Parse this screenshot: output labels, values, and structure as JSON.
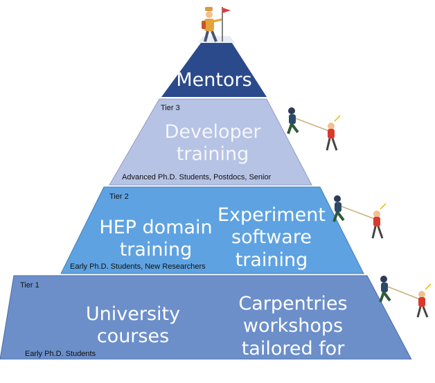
{
  "pyramid": {
    "top": {
      "label": "Mentors",
      "color": "#2b4a8c"
    },
    "tier3": {
      "tier_label": "Tier 3",
      "title": "Developer training",
      "audience": "Advanced Ph.D. Students, Postdocs, Senior",
      "color": "#b6c3e4"
    },
    "tier2": {
      "tier_label": "Tier 2",
      "left_title": "HEP domain training",
      "right_title": "Experiment software training",
      "audience": "Early Ph.D. Students, New Researchers",
      "color": "#5ea2e1"
    },
    "tier1": {
      "tier_label": "Tier 1",
      "left_title": "University courses",
      "right_title": "Carpentries workshops tailored for HEP",
      "audience": "Early Ph.D. Students",
      "color": "#6c8fca"
    }
  },
  "icons": [
    "summit-climber-icon",
    "tug-of-war-icon",
    "tug-of-war-icon",
    "tug-of-war-icon",
    "flag-icon"
  ]
}
